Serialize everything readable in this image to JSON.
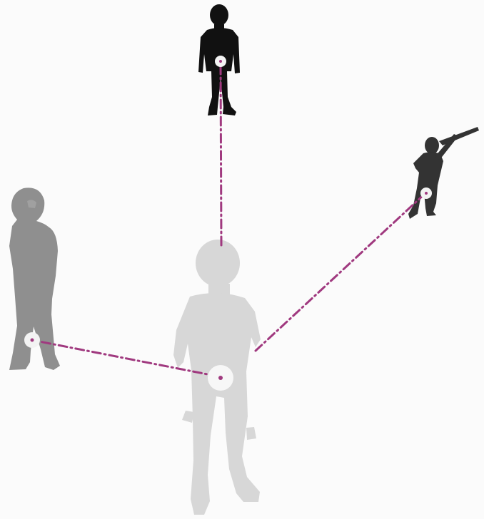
{
  "diagram": {
    "figures": [
      {
        "id": "front-child",
        "shade": "#d7d7d7",
        "depth": "foreground"
      },
      {
        "id": "left-child",
        "shade": "#8f8f8f",
        "depth": "midground"
      },
      {
        "id": "top-child",
        "shade": "#111111",
        "depth": "background"
      },
      {
        "id": "right-child-with-rifle",
        "shade": "#333333",
        "depth": "background"
      }
    ],
    "connections": [
      {
        "from": "front-child",
        "to": "top-child",
        "style": "dash-dot"
      },
      {
        "from": "front-child",
        "to": "left-child",
        "style": "dash-dot"
      },
      {
        "from": "front-child",
        "to": "right-child-with-rifle",
        "style": "dash-dot"
      }
    ],
    "line_color": "#a0397f",
    "marker_color": "#a0397f"
  }
}
